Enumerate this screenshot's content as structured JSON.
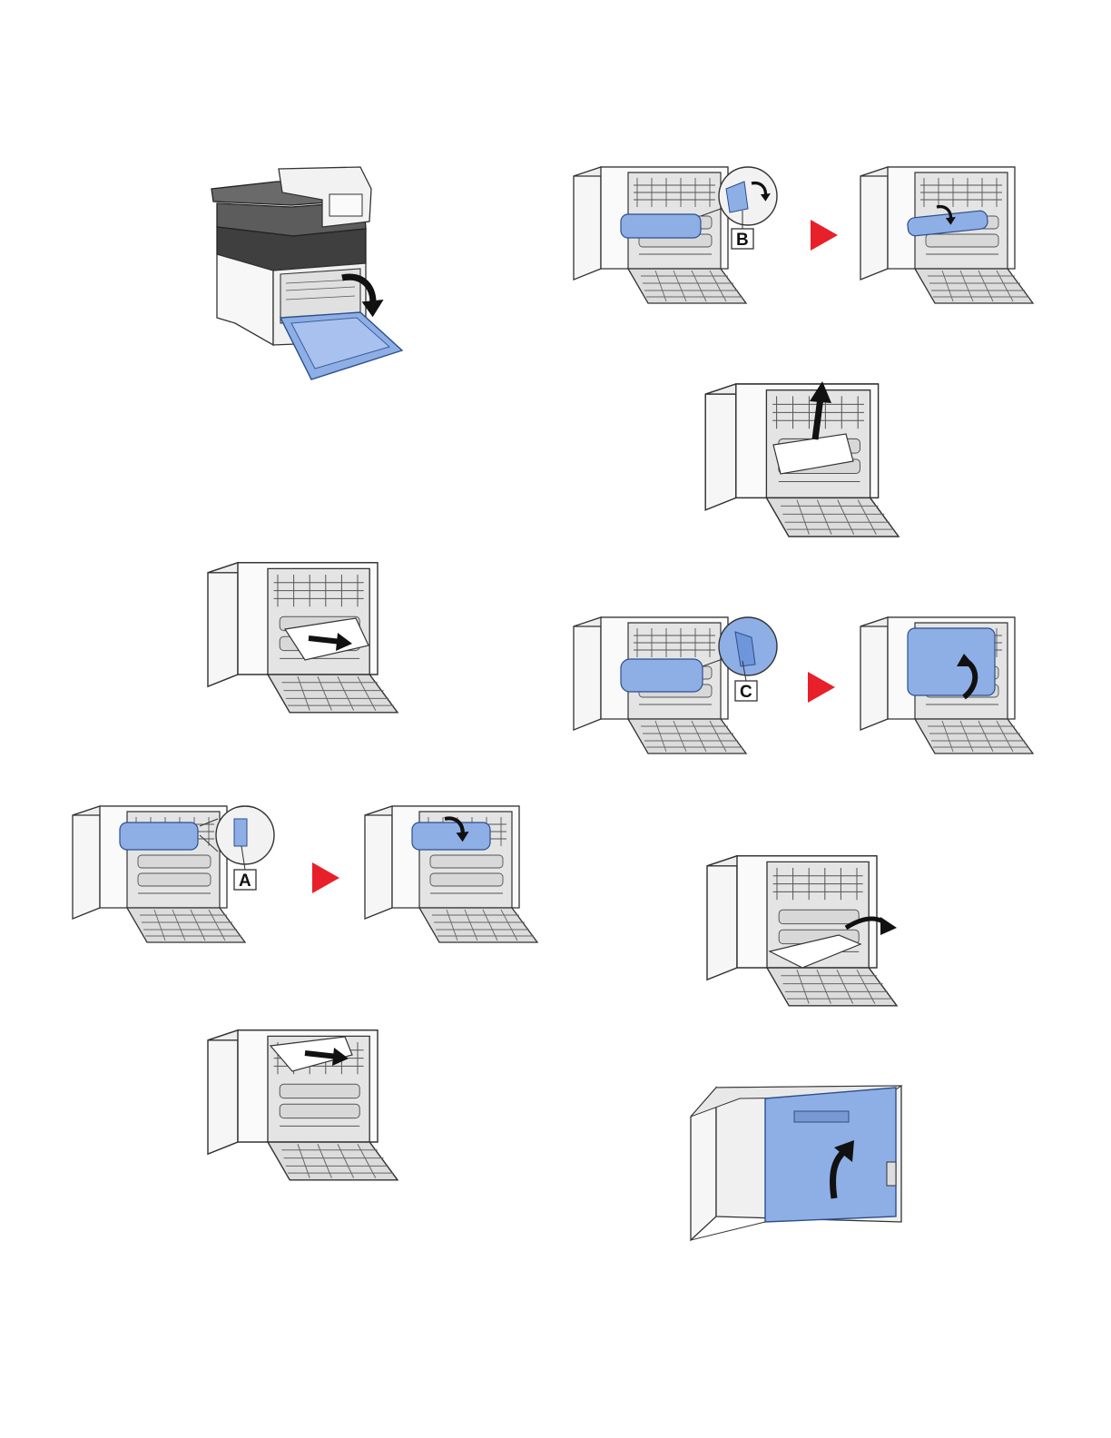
{
  "page": {
    "title": "",
    "callouts": {
      "a": "A",
      "b": "B",
      "c": "C"
    },
    "colors": {
      "highlight": "#8eaee6",
      "step_arrow": "#e8202a",
      "printer_body": "#f4f4f4",
      "line": "#333333"
    },
    "figures": [
      {
        "id": "open-rear-cover",
        "icon": "printer-rear-cover-open"
      },
      {
        "id": "remove-paper-front",
        "icon": "paper-removal"
      },
      {
        "id": "lever-a",
        "icon": "lever-a-detail"
      },
      {
        "id": "pull-paper-top",
        "icon": "paper-removal"
      },
      {
        "id": "lever-b",
        "icon": "lever-b-detail"
      },
      {
        "id": "pull-paper-up",
        "icon": "paper-removal"
      },
      {
        "id": "lever-c",
        "icon": "lever-c-detail"
      },
      {
        "id": "pull-paper-out",
        "icon": "paper-removal"
      },
      {
        "id": "close-rear-cover",
        "icon": "rear-cover-close"
      }
    ]
  }
}
